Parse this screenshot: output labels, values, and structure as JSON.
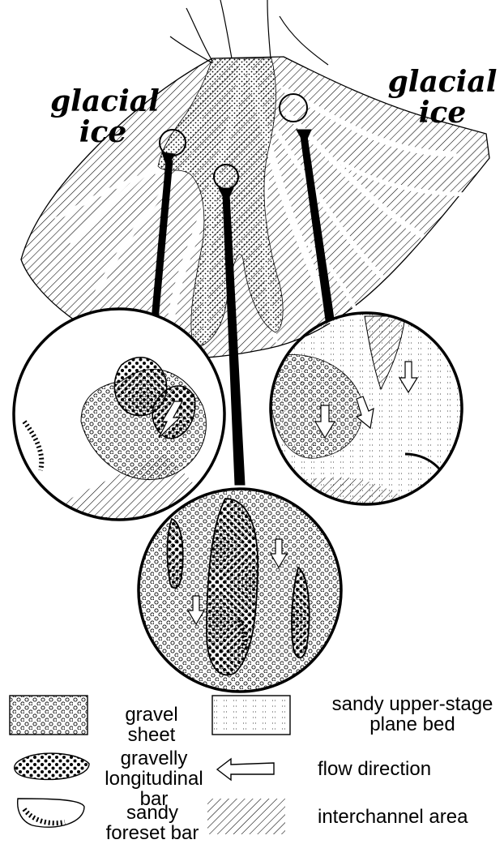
{
  "labels": {
    "ice_left_line1": "glacial",
    "ice_left_line2": "ice",
    "ice_right_line1": "glacial",
    "ice_right_line2": "ice"
  },
  "legend": {
    "gravel_sheet": "gravel sheet",
    "gravelly_bar_line1": "gravelly",
    "gravelly_bar_line2": "longitudinal bar",
    "sandy_foreset_bar": "sandy foreset bar",
    "sandy_plane_bed_line1": "sandy upper-stage",
    "sandy_plane_bed_line2": "plane bed",
    "flow_direction": "flow direction",
    "interchannel_area": "interchannel area"
  },
  "colors": {
    "ink": "#000000",
    "paper": "#ffffff"
  }
}
